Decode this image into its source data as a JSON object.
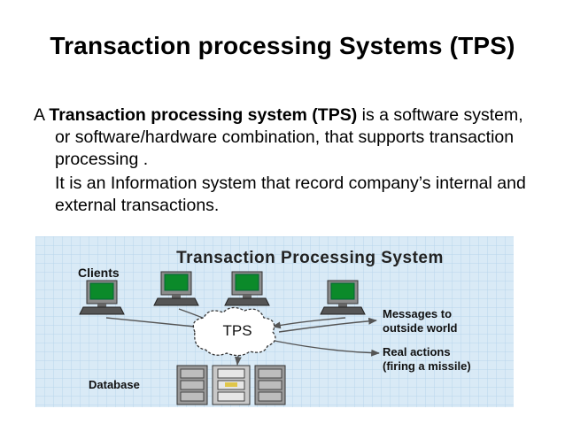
{
  "title": "Transaction processing Systems (TPS)",
  "para1": {
    "prefix": "A ",
    "bold": "Transaction processing system (TPS)",
    "rest": " is a software system, or software/hardware combination, that supports transaction processing ."
  },
  "para2": "It is an Information system that record company’s internal and external transactions.",
  "diagram": {
    "title": "Transaction Processing System",
    "clients_label": "Clients",
    "center_label": "TPS",
    "messages_label_line1": "Messages to",
    "messages_label_line2": "outside world",
    "actions_label_line1": "Real actions",
    "actions_label_line2": "(firing a missile)",
    "database_label": "Database",
    "colors": {
      "background": "#d9eaf6",
      "grid": "#b9d5ec",
      "screen": "#0b8a2a",
      "monitor": "#7a7a7a"
    },
    "icons": [
      "monitor-icon",
      "cloud-icon",
      "database-cabinet-icon"
    ]
  }
}
